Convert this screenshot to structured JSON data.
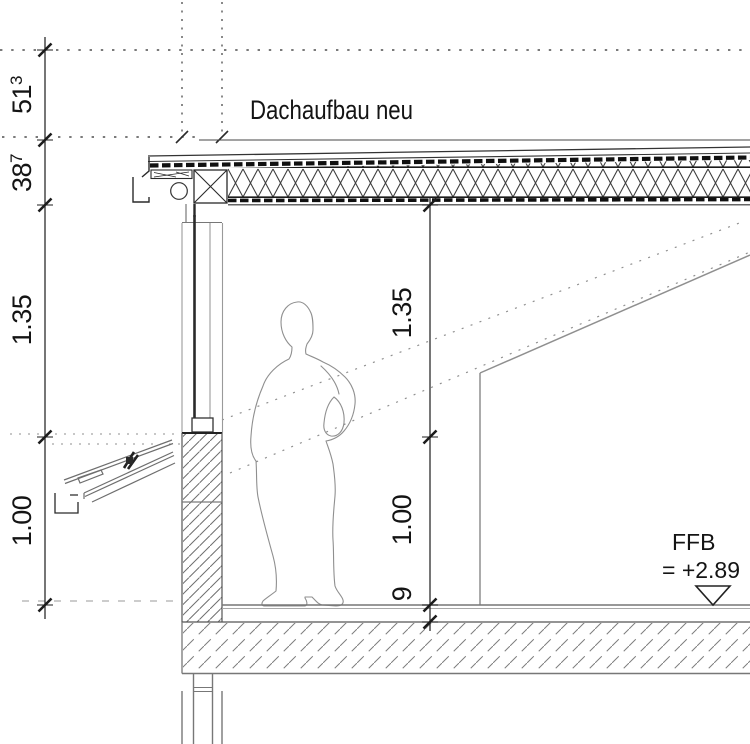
{
  "drawing": {
    "roof_label": "Dachaufbau neu",
    "level_marker": {
      "label": "FFB",
      "value": "= +2.89"
    },
    "dim_left": [
      {
        "value": "51",
        "sup": "3"
      },
      {
        "value": "38",
        "sup": "7"
      },
      {
        "value": "1.35",
        "sup": ""
      },
      {
        "value": "1.00",
        "sup": ""
      }
    ],
    "dim_interior": [
      {
        "value": "1.35"
      },
      {
        "value": "1.00"
      },
      {
        "value": "9"
      }
    ],
    "colors": {
      "ink": "#1c1c1c",
      "gray": "#8f8f8f",
      "hatch": "#6e6e6e",
      "background": "#ffffff"
    }
  }
}
